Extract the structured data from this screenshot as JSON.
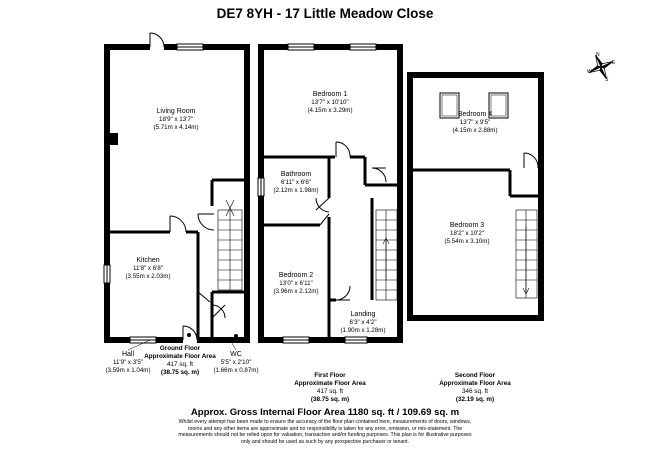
{
  "title": "DE7 8YH - 17 Little Meadow Close",
  "rooms": {
    "living": {
      "name": "Living Room",
      "imperial": "18'9\" x 13'7\"",
      "metric": "(5.71m x 4.14m)"
    },
    "kitchen": {
      "name": "Kitchen",
      "imperial": "11'8\" x 6'8\"",
      "metric": "(3.55m x 2.03m)"
    },
    "hall": {
      "name": "Hall",
      "imperial": "11'9\" x 3'5\"",
      "metric": "(3.59m x 1.04m)"
    },
    "wc": {
      "name": "WC",
      "imperial": "5'5\" x 2'10\"",
      "metric": "(1.66m x 0.87m)"
    },
    "bedroom1": {
      "name": "Bedroom 1",
      "imperial": "13'7\" x 10'10\"",
      "metric": "(4.15m x 3.29m)"
    },
    "bathroom": {
      "name": "Bathroom",
      "imperial": "6'11\" x 6'6\"",
      "metric": "(2.12m x 1.98m)"
    },
    "bedroom2": {
      "name": "Bedroom 2",
      "imperial": "13'0\" x 6'11\"",
      "metric": "(3.96m x 2.12m)"
    },
    "landing": {
      "name": "Landing",
      "imperial": "6'3\" x 4'2\"",
      "metric": "(1.90m x 1.28m)"
    },
    "bedroom4": {
      "name": "Bedroom 4",
      "imperial": "13'7\" x 9'5\"",
      "metric": "(4.15m x 2.88m)"
    },
    "bedroom3": {
      "name": "Bedroom 3",
      "imperial": "18'2\" x 10'2\"",
      "metric": "(5.54m x 3.10m)"
    }
  },
  "floors": {
    "ground": {
      "line1": "Ground Floor",
      "line2": "Approximate Floor Area",
      "sqft": "417 sq. ft",
      "sqm": "(38.75 sq. m)"
    },
    "first": {
      "line1": "First Floor",
      "line2": "Approximate Floor Area",
      "sqft": "417 sq. ft",
      "sqm": "(38.75 sq. m)"
    },
    "second": {
      "line1": "Second Floor",
      "line2": "Approximate Floor Area",
      "sqft": "346 sq. ft",
      "sqm": "(32.19 sq. m)"
    }
  },
  "gross_area": "Approx. Gross Internal Floor Area 1180 sq. ft / 109.69 sq. m",
  "disclaimer": [
    "Whilst every attempt has been made to ensure the accuracy of the floor plan contained here, measurements of doors, windows,",
    "rooms and any other items are approximate and no responsibility is taken for any error, omission, or mis-statement. The",
    "measurements should not be relied upon for valuation, transaction and/or funding purposes. This plan is for illustrative purposes",
    "only and should be used as such by any prospective purchaser or tenant."
  ],
  "compass": {
    "n": "N",
    "s": "S",
    "e": "E",
    "w": "W"
  },
  "icons": [
    "compass-rose-icon",
    "door-swing-icon",
    "window-icon",
    "staircase-icon",
    "skylight-icon"
  ]
}
